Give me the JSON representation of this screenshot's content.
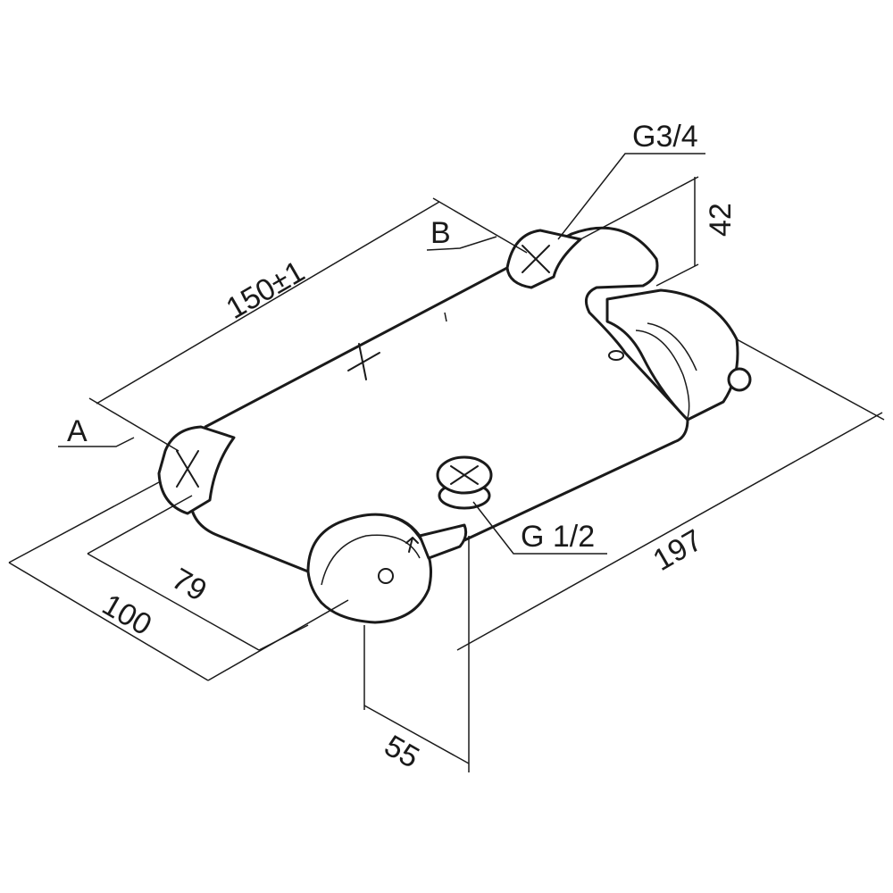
{
  "labels": {
    "thread_top": "G3/4",
    "height": "42",
    "point_b": "B",
    "center_distance": "150±1",
    "point_a": "A",
    "thread_outlet": "G 1/2",
    "length": "197",
    "depth_inner": "79",
    "depth_outer": "100",
    "outlet_offset": "55"
  }
}
